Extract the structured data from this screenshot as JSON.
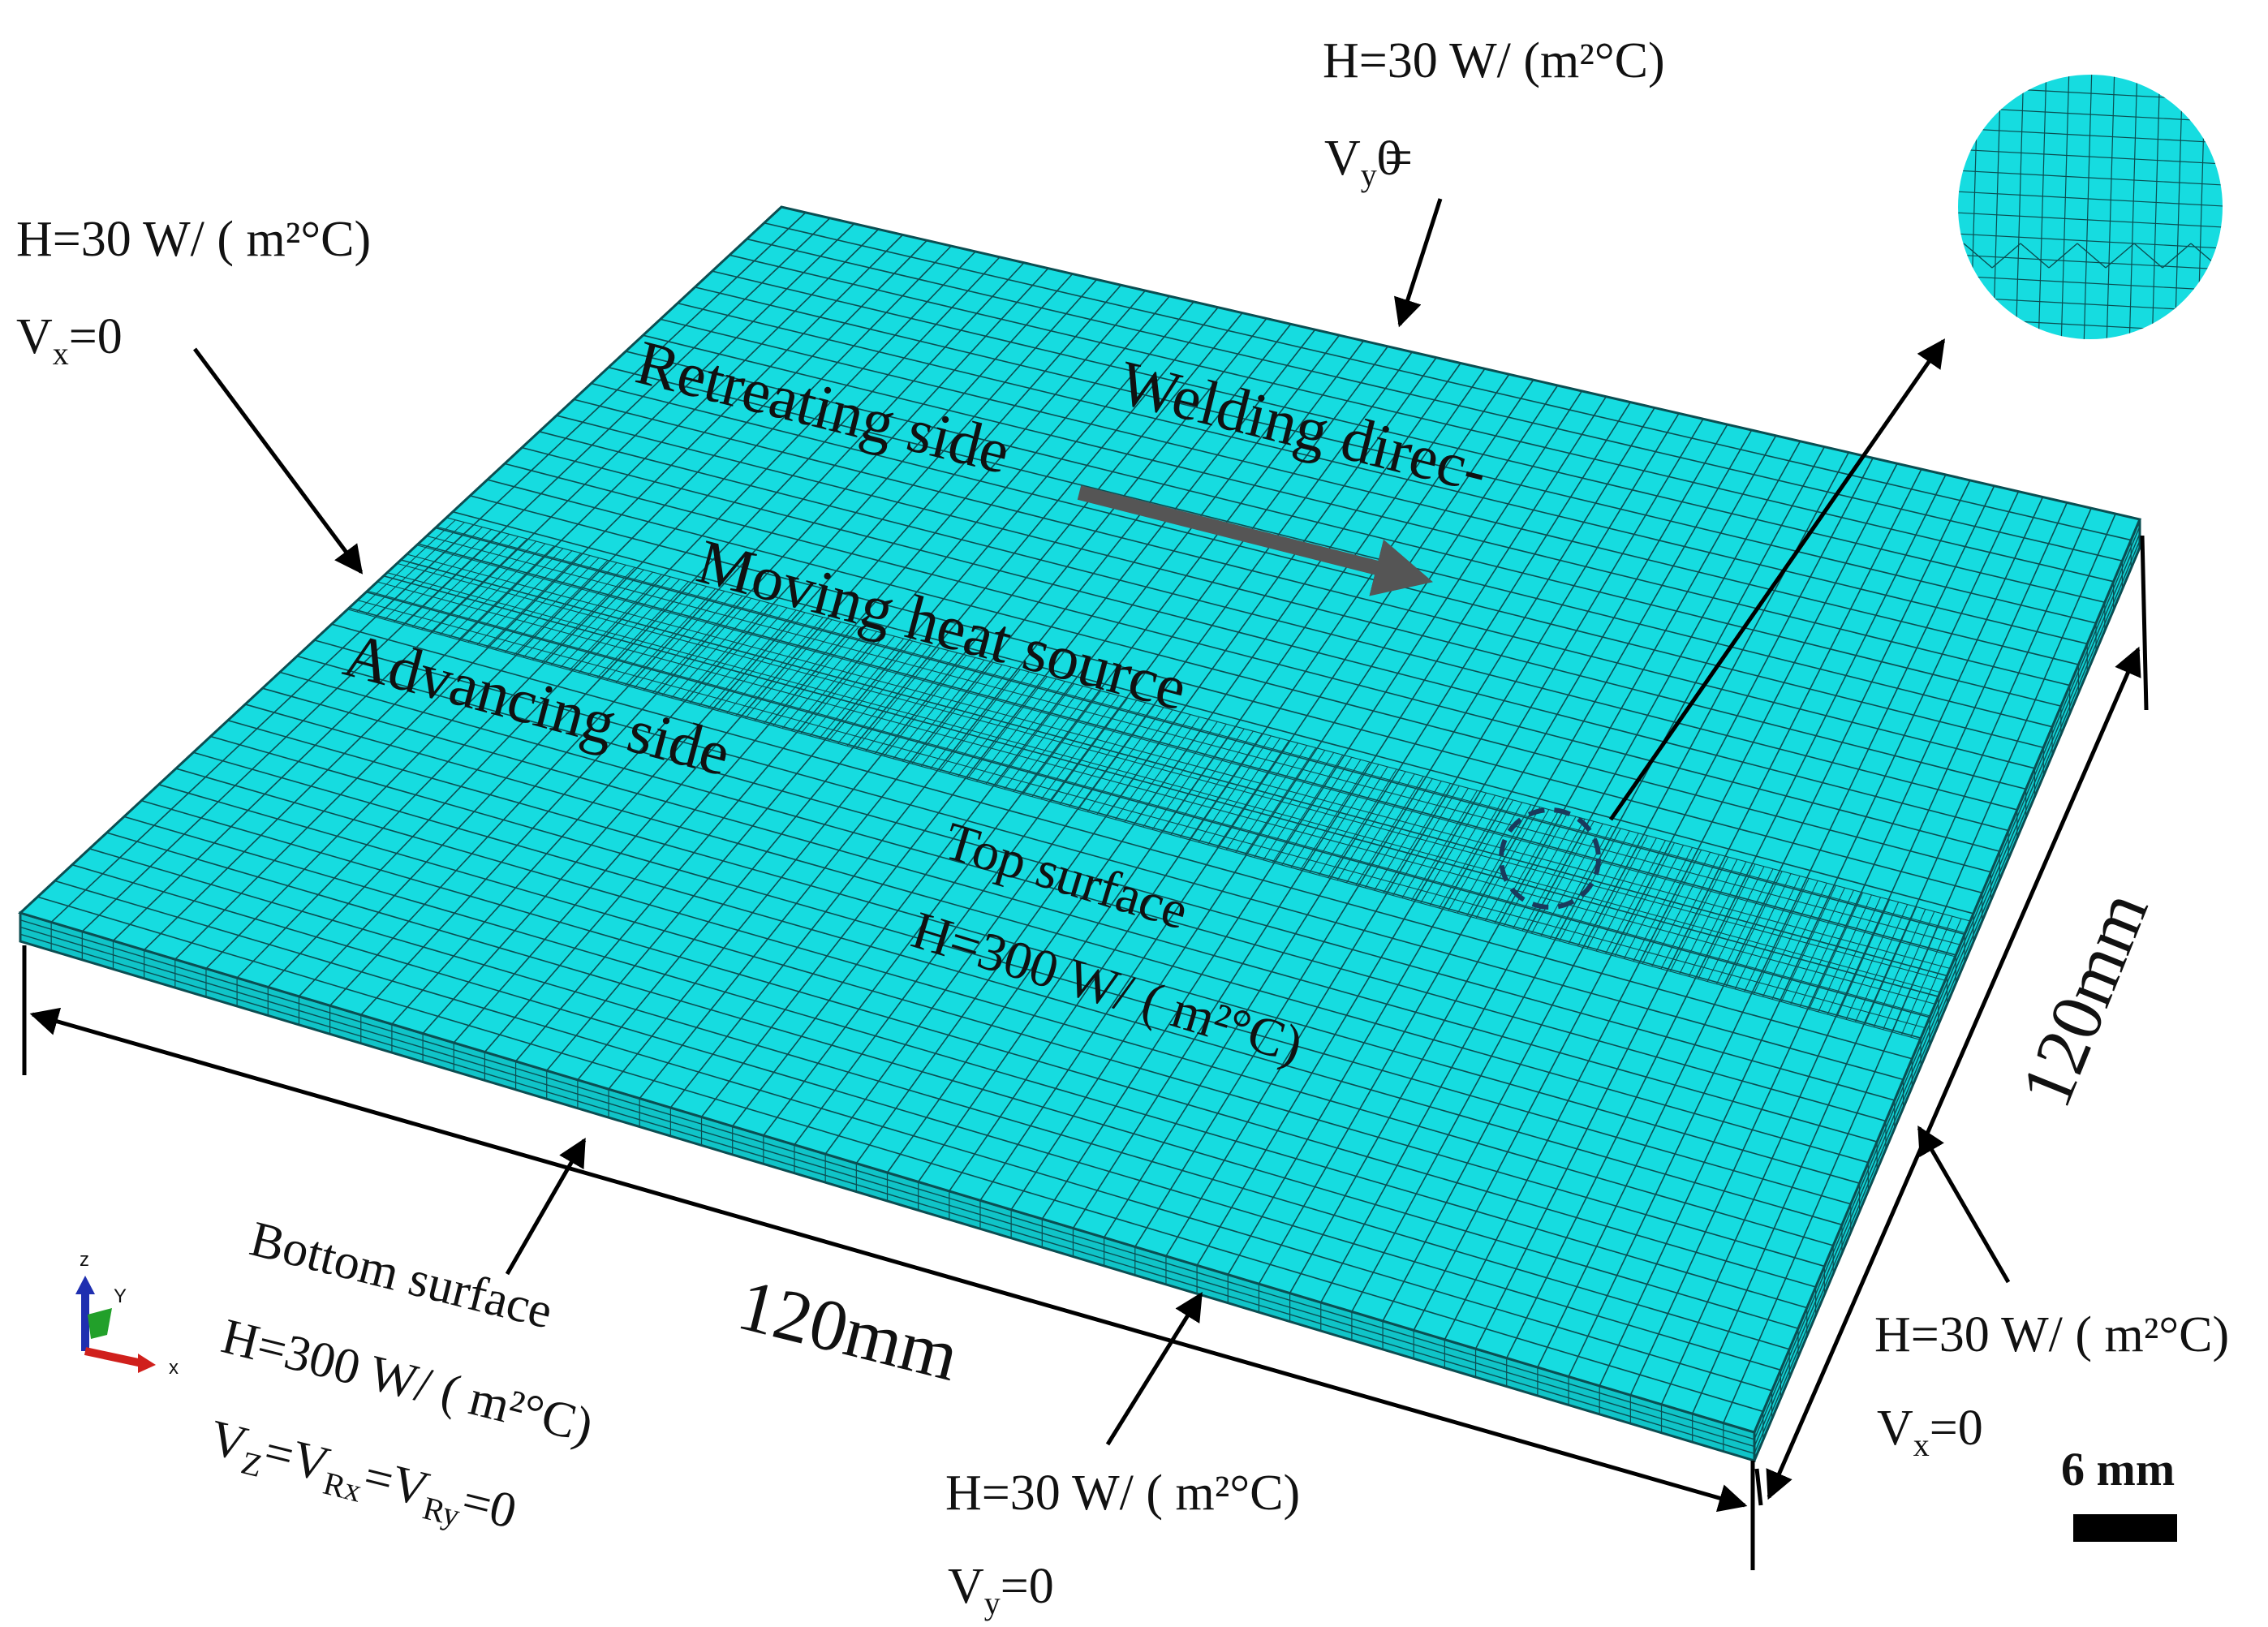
{
  "labels": {
    "top_bc_h": "H=30 W/ (m²°C)",
    "top_bc_v": "0",
    "left_bc_h": "H=30 W/ ( m²°C)",
    "left_bc_v": "0",
    "retreating_side": "Retreating side",
    "welding_direction": "Welding    direc-",
    "moving_heat_source": "Moving heat source",
    "advancing_side": "Advancing side",
    "top_surface": "Top surface",
    "top_surface_h": "H=300 W/ ( m²°C)",
    "dim_width": "120mm",
    "dim_depth": "120mm",
    "bottom_surface": "Bottom surface",
    "bottom_surface_h": "H=300 W/ ( m²°C)",
    "bottom_surface_v": "=V",
    "front_bc_h": "H=30 W/ ( m²°C)",
    "front_bc_v": "0",
    "right_bc_h": "H=30 W/ ( m²°C)",
    "right_bc_v": "0",
    "scale_bar": "6 mm",
    "axis_z": "z",
    "axis_y": "Y",
    "axis_x": "x"
  },
  "colors": {
    "mesh_fill": "#16dce0",
    "mesh_side": "#10c4c8",
    "mesh_line": "#0b4e52",
    "arrow": "#000000",
    "welding_arrow": "#555555",
    "zoom_circle": "#1a3a5c"
  }
}
